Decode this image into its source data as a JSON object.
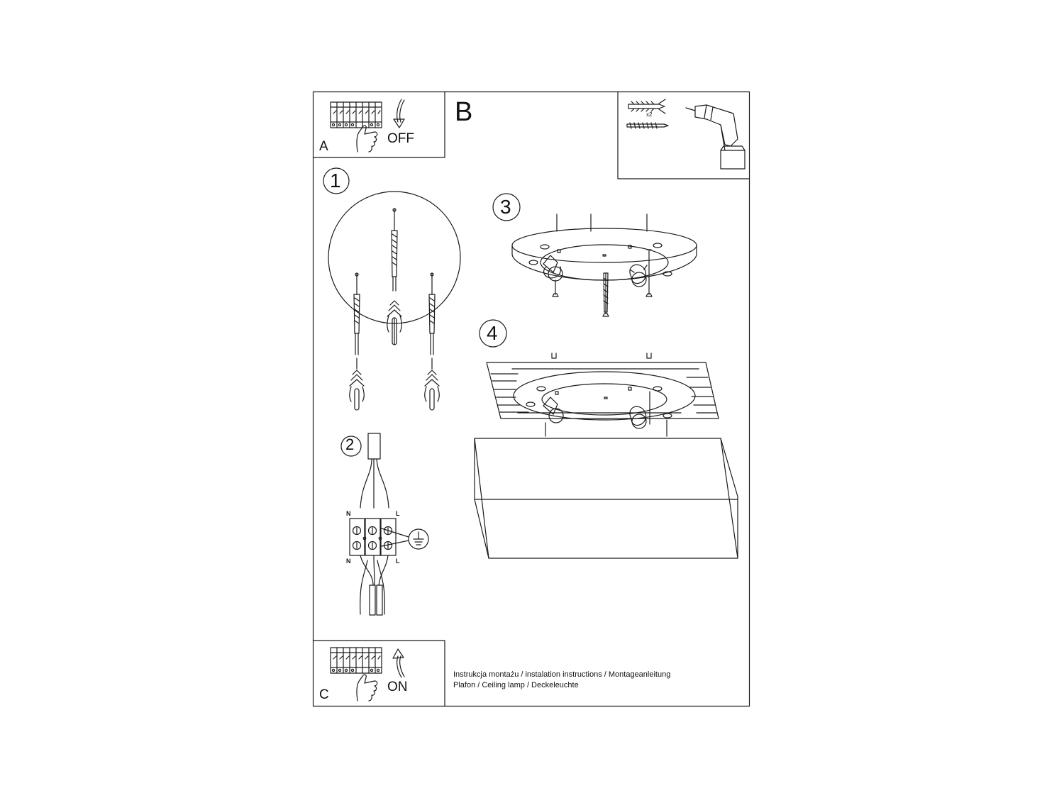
{
  "panels": {
    "a": {
      "letter": "A",
      "state": "OFF"
    },
    "b": {
      "letter": "B",
      "qty": "x2"
    },
    "c": {
      "letter": "C",
      "state": "ON"
    }
  },
  "steps": [
    "1",
    "2",
    "3",
    "4"
  ],
  "terminals": {
    "n_top": "N",
    "l_top": "L",
    "n_bottom": "N",
    "l_bottom": "L"
  },
  "footer": {
    "line1": "Instrukcja montażu / instalation instructions / Montageanleitung",
    "line2": "Plafon / Ceiling lamp / Deckeleuchte"
  }
}
